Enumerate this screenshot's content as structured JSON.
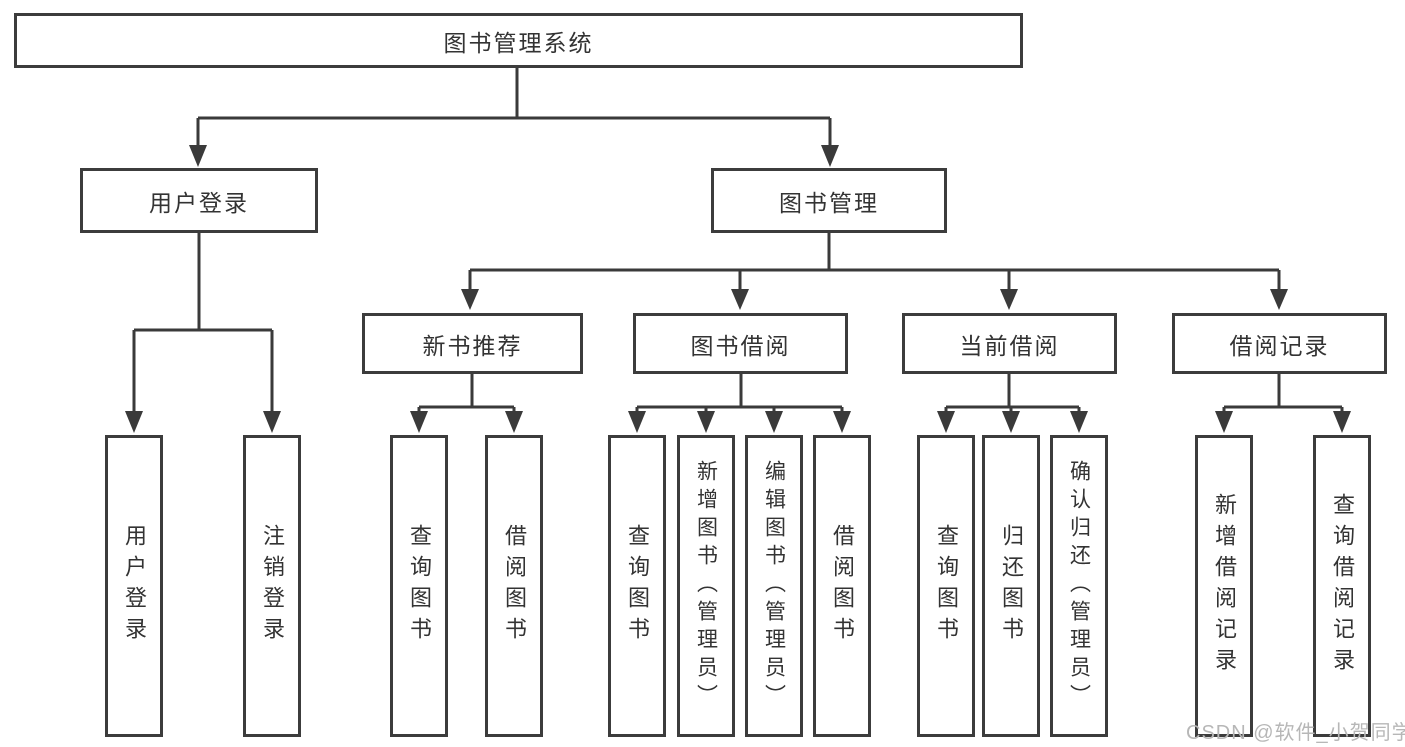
{
  "diagram": {
    "root": "图书管理系统",
    "level1": [
      {
        "label": "用户登录"
      },
      {
        "label": "图书管理"
      }
    ],
    "level2": [
      {
        "label": "新书推荐"
      },
      {
        "label": "图书借阅"
      },
      {
        "label": "当前借阅"
      },
      {
        "label": "借阅记录"
      }
    ],
    "leaves": {
      "user_login": [
        "用户登录",
        "注销登录"
      ],
      "new_book_rec": [
        "查询图书",
        "借阅图书"
      ],
      "book_borrow": [
        "查询图书",
        "新增图书（管理员）",
        "编辑图书（管理员）",
        "借阅图书"
      ],
      "current_borrow": [
        "查询图书",
        "归还图书",
        "确认归还（管理员）"
      ],
      "borrow_records": [
        "新增借阅记录",
        "查询借阅记录"
      ]
    },
    "line_color": "#3a3a3a"
  },
  "watermark": "CSDN @软件_小贺同学"
}
